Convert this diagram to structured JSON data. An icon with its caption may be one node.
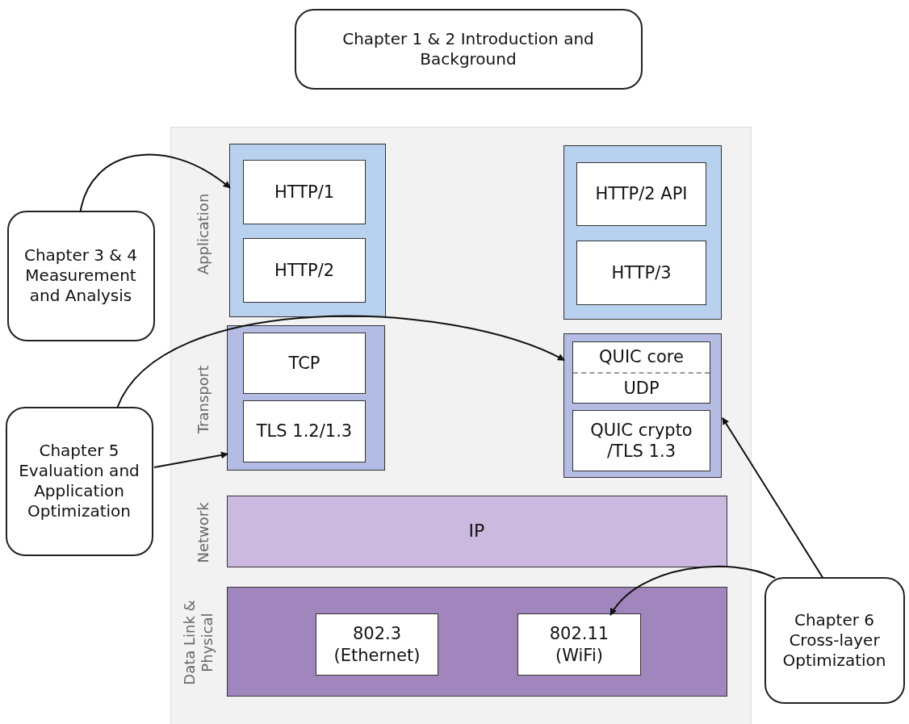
{
  "diagram": {
    "nodes": [
      {
        "text": [
          "Chapter 1 & 2 Introduction and Background"
        ]
      },
      {
        "text": [
          "Chapter 3 & 4 Measurement and Analysis"
        ]
      },
      {
        "text": [
          "Chapter 5 Evaluation and Application Optimization"
        ]
      },
      {
        "text": [
          "Chapter 6 Cross-layer Optimization"
        ]
      },
      {
        "text": [],
        "shape": "box"
      },
      {
        "text": [
          "HTTP/1"
        ],
        "in": 4
      },
      {
        "text": [
          "HTTP/2"
        ],
        "in": 4
      },
      {
        "text": [],
        "shape": "box"
      },
      {
        "text": [
          "HTTP/2 API"
        ],
        "in": 7
      },
      {
        "text": [
          "HTTP/3"
        ],
        "in": 7
      },
      {
        "text": [],
        "shape": "box"
      },
      {
        "text": [
          "TCP"
        ],
        "in": 10
      },
      {
        "text": [
          "TLS 1.2/1.3"
        ],
        "in": 10
      },
      {
        "text": [],
        "shape": "box"
      },
      {
        "text": [
          "QUIC core",
          "UDP"
        ],
        "in": 13
      },
      {
        "text": [
          "QUIC crypto /TLS 1.3"
        ],
        "in": 13
      },
      {
        "text": [
          "IP"
        ]
      },
      {
        "text": [],
        "shape": "box"
      },
      {
        "text": [
          "802.3 (Ethernet)"
        ],
        "in": 17
      },
      {
        "text": [
          "802.11 (WiFi)"
        ],
        "in": 17
      }
    ],
    "edges": [
      {
        "from": 1,
        "to": 4,
        "arrow": "to"
      },
      {
        "from": 2,
        "to": 13,
        "arrow": "to"
      },
      {
        "from": 2,
        "to": 10,
        "arrow": "to"
      },
      {
        "from": 3,
        "to": 13,
        "arrow": "to"
      },
      {
        "from": 3,
        "to": 19,
        "arrow": "to"
      }
    ],
    "labels": [
      "Application",
      "Transport",
      "Network",
      "Data Link & Physical"
    ]
  }
}
